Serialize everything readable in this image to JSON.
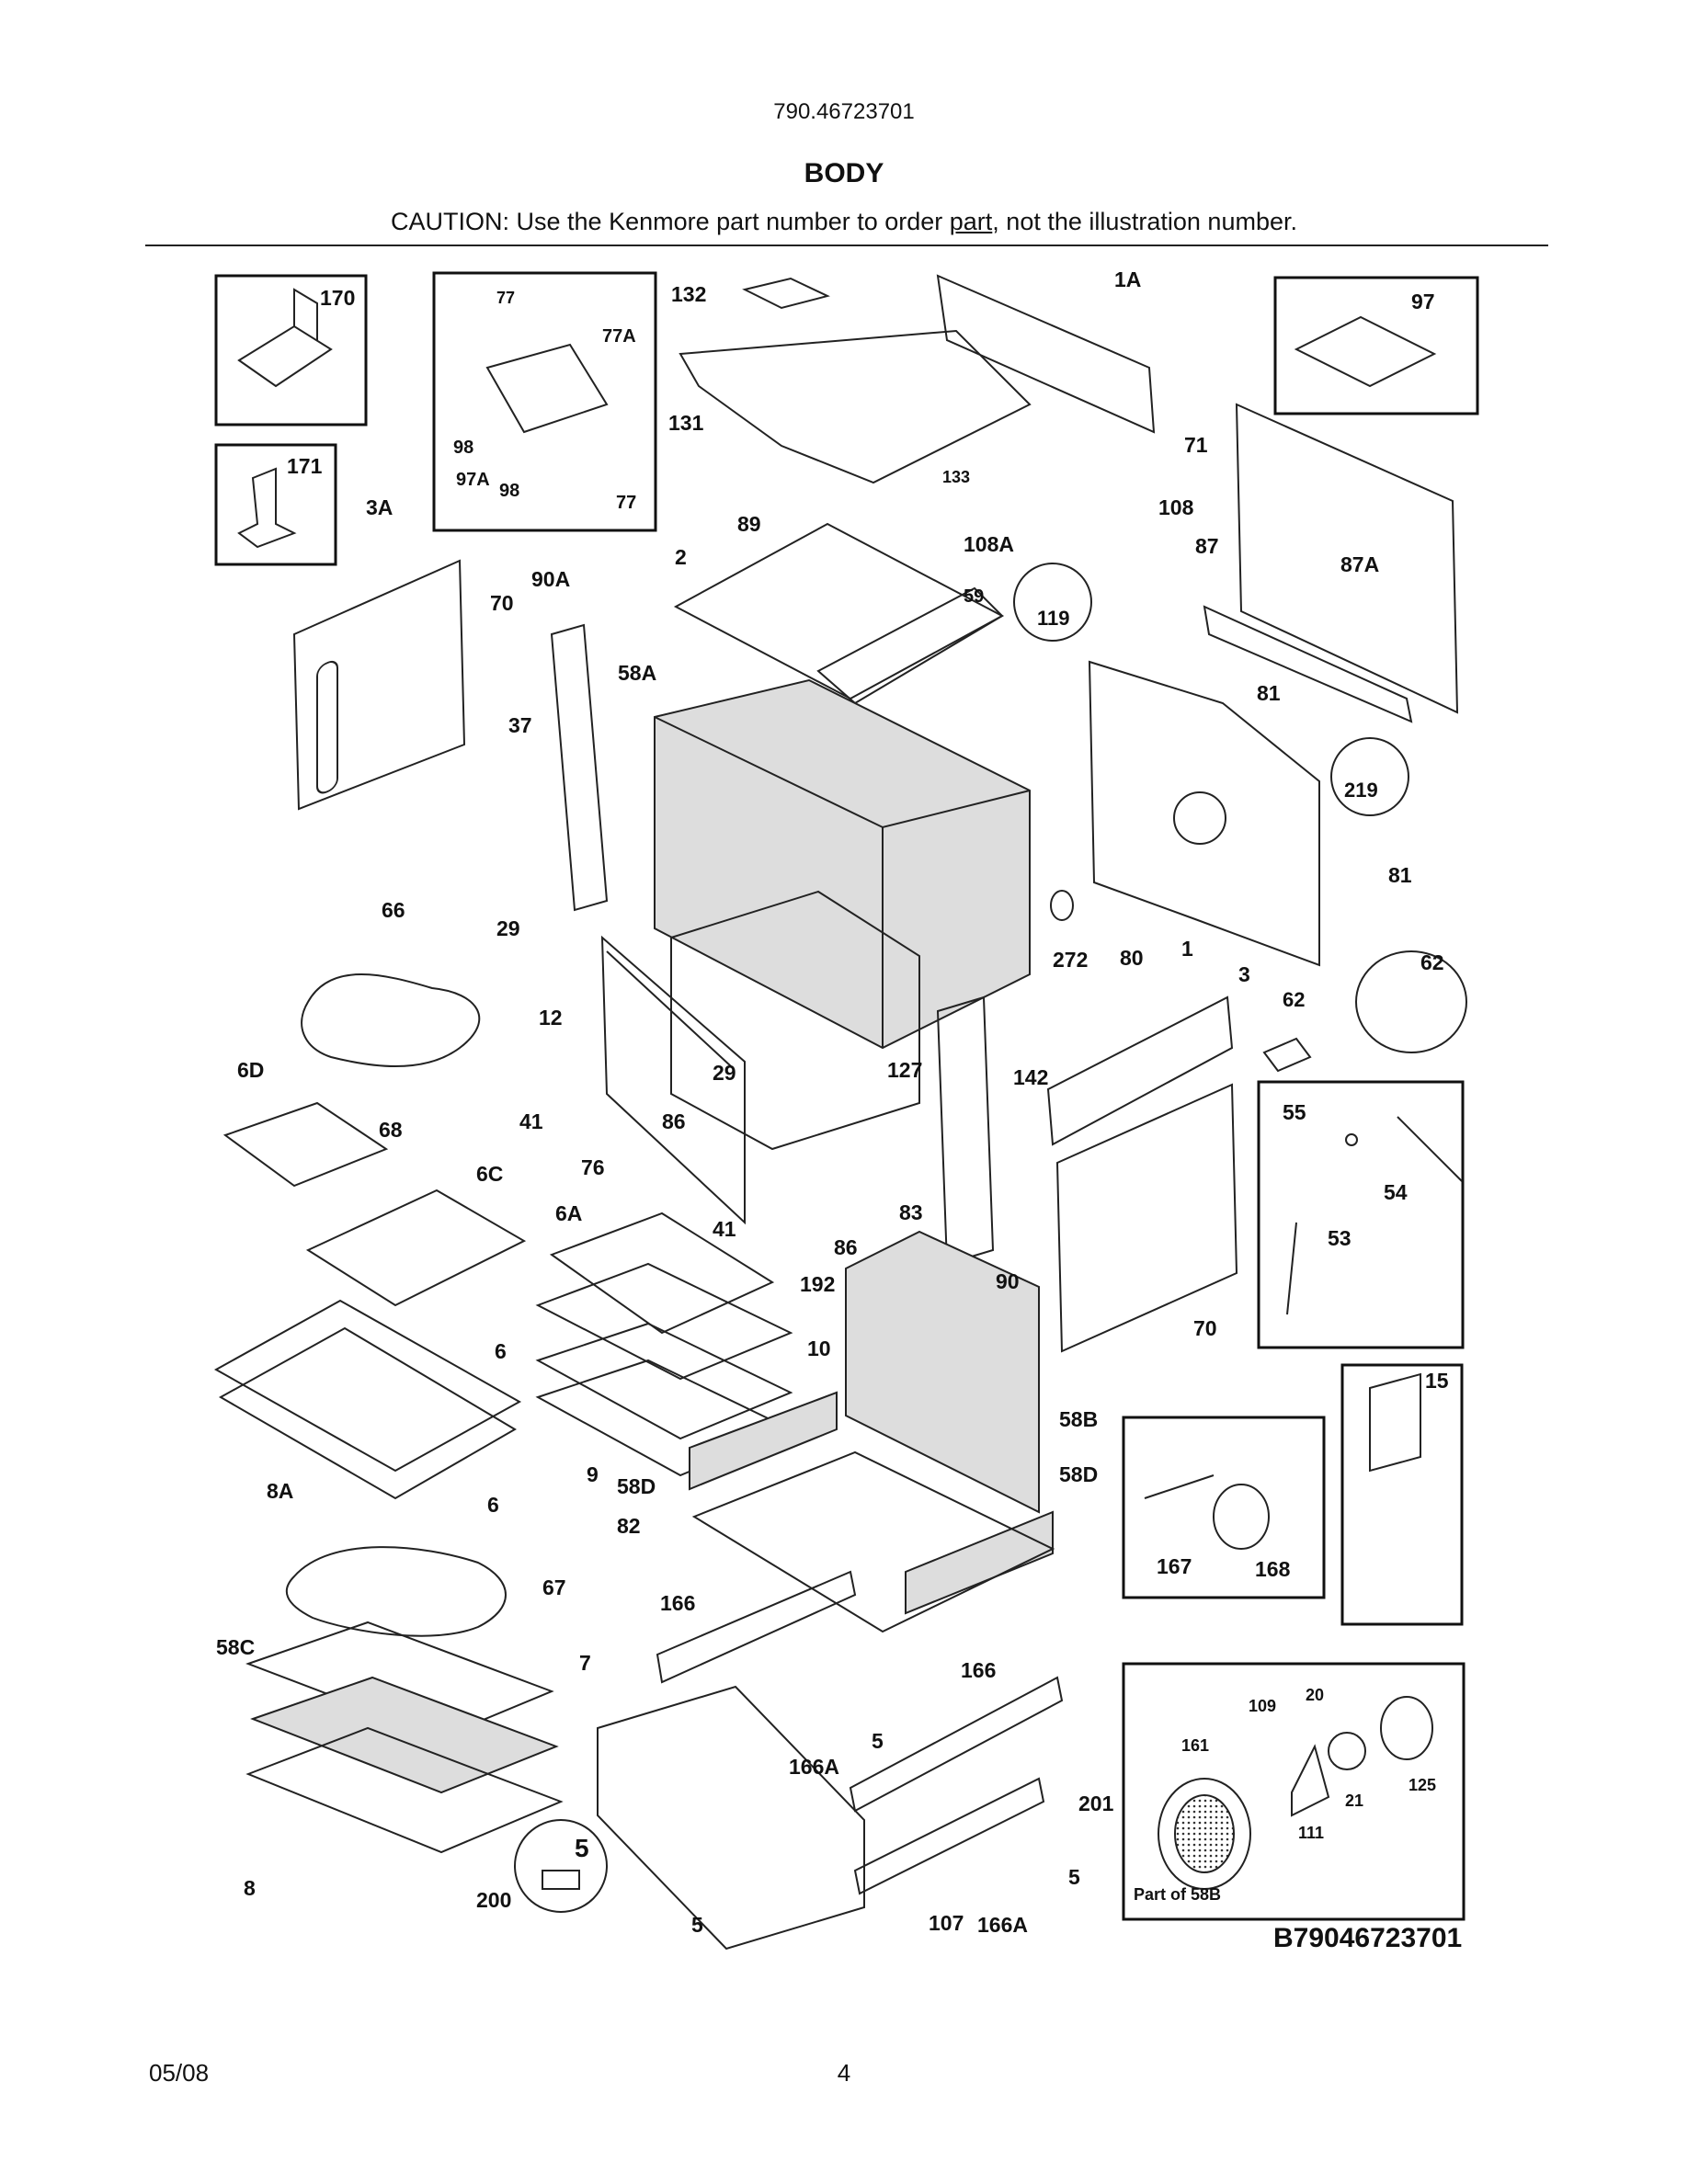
{
  "header": {
    "model_number": "790.46723701",
    "section_title": "BODY",
    "caution_prefix": "CAUTION: Use the Kenmore part number to order ",
    "caution_underlined": "part",
    "caution_suffix": ", not the illustration number."
  },
  "diagram": {
    "callouts": [
      {
        "id": "c-170",
        "text": "170"
      },
      {
        "id": "c-77a",
        "text": "77"
      },
      {
        "id": "c-77A",
        "text": "77A"
      },
      {
        "id": "c-98a",
        "text": "98"
      },
      {
        "id": "c-97A",
        "text": "97A"
      },
      {
        "id": "c-98b",
        "text": "98"
      },
      {
        "id": "c-77b",
        "text": "77"
      },
      {
        "id": "c-171",
        "text": "171"
      },
      {
        "id": "c-132",
        "text": "132"
      },
      {
        "id": "c-1A",
        "text": "1A"
      },
      {
        "id": "c-97",
        "text": "97"
      },
      {
        "id": "c-131",
        "text": "131"
      },
      {
        "id": "c-71",
        "text": "71"
      },
      {
        "id": "c-133",
        "text": "133"
      },
      {
        "id": "c-108",
        "text": "108"
      },
      {
        "id": "c-108A",
        "text": "108A"
      },
      {
        "id": "c-87",
        "text": "87"
      },
      {
        "id": "c-87A",
        "text": "87A"
      },
      {
        "id": "c-3A",
        "text": "3A"
      },
      {
        "id": "c-89",
        "text": "89"
      },
      {
        "id": "c-2",
        "text": "2"
      },
      {
        "id": "c-59",
        "text": "59"
      },
      {
        "id": "c-119",
        "text": "119"
      },
      {
        "id": "c-90A",
        "text": "90A"
      },
      {
        "id": "c-70a",
        "text": "70"
      },
      {
        "id": "c-58A",
        "text": "58A"
      },
      {
        "id": "c-81a",
        "text": "81"
      },
      {
        "id": "c-37",
        "text": "37"
      },
      {
        "id": "c-219",
        "text": "219"
      },
      {
        "id": "c-81b",
        "text": "81"
      },
      {
        "id": "c-66",
        "text": "66"
      },
      {
        "id": "c-29a",
        "text": "29"
      },
      {
        "id": "c-272",
        "text": "272"
      },
      {
        "id": "c-80",
        "text": "80"
      },
      {
        "id": "c-1",
        "text": "1"
      },
      {
        "id": "c-62a",
        "text": "62"
      },
      {
        "id": "c-3",
        "text": "3"
      },
      {
        "id": "c-62b",
        "text": "62"
      },
      {
        "id": "c-12",
        "text": "12"
      },
      {
        "id": "c-6D",
        "text": "6D"
      },
      {
        "id": "c-29b",
        "text": "29"
      },
      {
        "id": "c-127",
        "text": "127"
      },
      {
        "id": "c-142",
        "text": "142"
      },
      {
        "id": "c-55",
        "text": "55"
      },
      {
        "id": "c-41a",
        "text": "41"
      },
      {
        "id": "c-86a",
        "text": "86"
      },
      {
        "id": "c-68",
        "text": "68"
      },
      {
        "id": "c-6C",
        "text": "6C"
      },
      {
        "id": "c-76",
        "text": "76"
      },
      {
        "id": "c-54",
        "text": "54"
      },
      {
        "id": "c-6A",
        "text": "6A"
      },
      {
        "id": "c-41b",
        "text": "41"
      },
      {
        "id": "c-83",
        "text": "83"
      },
      {
        "id": "c-53",
        "text": "53"
      },
      {
        "id": "c-86b",
        "text": "86"
      },
      {
        "id": "c-90",
        "text": "90"
      },
      {
        "id": "c-192",
        "text": "192"
      },
      {
        "id": "c-70b",
        "text": "70"
      },
      {
        "id": "c-6a",
        "text": "6"
      },
      {
        "id": "c-10",
        "text": "10"
      },
      {
        "id": "c-15",
        "text": "15"
      },
      {
        "id": "c-58B",
        "text": "58B"
      },
      {
        "id": "c-9",
        "text": "9"
      },
      {
        "id": "c-58Da",
        "text": "58D"
      },
      {
        "id": "c-58Db",
        "text": "58D"
      },
      {
        "id": "c-6b",
        "text": "6"
      },
      {
        "id": "c-8A",
        "text": "8A"
      },
      {
        "id": "c-82",
        "text": "82"
      },
      {
        "id": "c-167",
        "text": "167"
      },
      {
        "id": "c-168",
        "text": "168"
      },
      {
        "id": "c-67",
        "text": "67"
      },
      {
        "id": "c-166a",
        "text": "166"
      },
      {
        "id": "c-58C",
        "text": "58C"
      },
      {
        "id": "c-7",
        "text": "7"
      },
      {
        "id": "c-166b",
        "text": "166"
      },
      {
        "id": "c-109",
        "text": "109"
      },
      {
        "id": "c-20",
        "text": "20"
      },
      {
        "id": "c-5a",
        "text": "5"
      },
      {
        "id": "c-161",
        "text": "161"
      },
      {
        "id": "c-166Aa",
        "text": "166A"
      },
      {
        "id": "c-125",
        "text": "125"
      },
      {
        "id": "c-21",
        "text": "21"
      },
      {
        "id": "c-201",
        "text": "201"
      },
      {
        "id": "c-111",
        "text": "111"
      },
      {
        "id": "c-5b",
        "text": "5"
      },
      {
        "id": "c-5c",
        "text": "5"
      },
      {
        "id": "c-107",
        "text": "107"
      },
      {
        "id": "c-part58B",
        "text": "Part of 58B"
      },
      {
        "id": "c-8",
        "text": "8"
      },
      {
        "id": "c-200",
        "text": "200"
      },
      {
        "id": "c-5d",
        "text": "5"
      },
      {
        "id": "c-166Ab",
        "text": "166A"
      }
    ],
    "drawing_number": "B79046723701"
  },
  "footer": {
    "date": "05/08",
    "page_number": "4"
  }
}
